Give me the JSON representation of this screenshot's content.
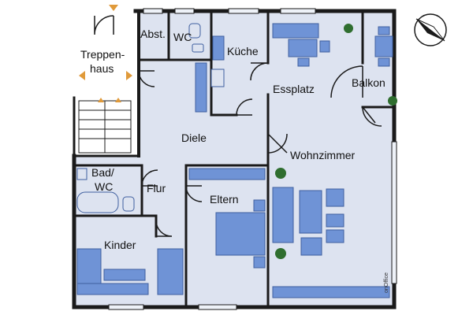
{
  "rooms": {
    "treppenhaus": [
      "Treppen-",
      "haus"
    ],
    "abst": "Abst.",
    "wc_top": "WC",
    "kueche": "Küche",
    "essplatz": "Essplatz",
    "balkon": "Balkon",
    "diele": "Diele",
    "wohnzimmer": "Wohnzimmer",
    "bad_wc": [
      "Bad/",
      "WC"
    ],
    "flur": "Flur",
    "eltern": "Eltern",
    "kinder": "Kinder"
  },
  "watermark": "onOffice",
  "colors": {
    "floor": "#dde3f0",
    "wall": "#1a1a1a",
    "furniture": "#6f93d6",
    "furniture_dark": "#3f5f9f",
    "window": "#eef2f8",
    "arrow": "#e09a3a",
    "plant": "#2f6e2f"
  },
  "icons": {
    "compass": "compass-icon",
    "arrow": "orange-arrow-icon"
  }
}
